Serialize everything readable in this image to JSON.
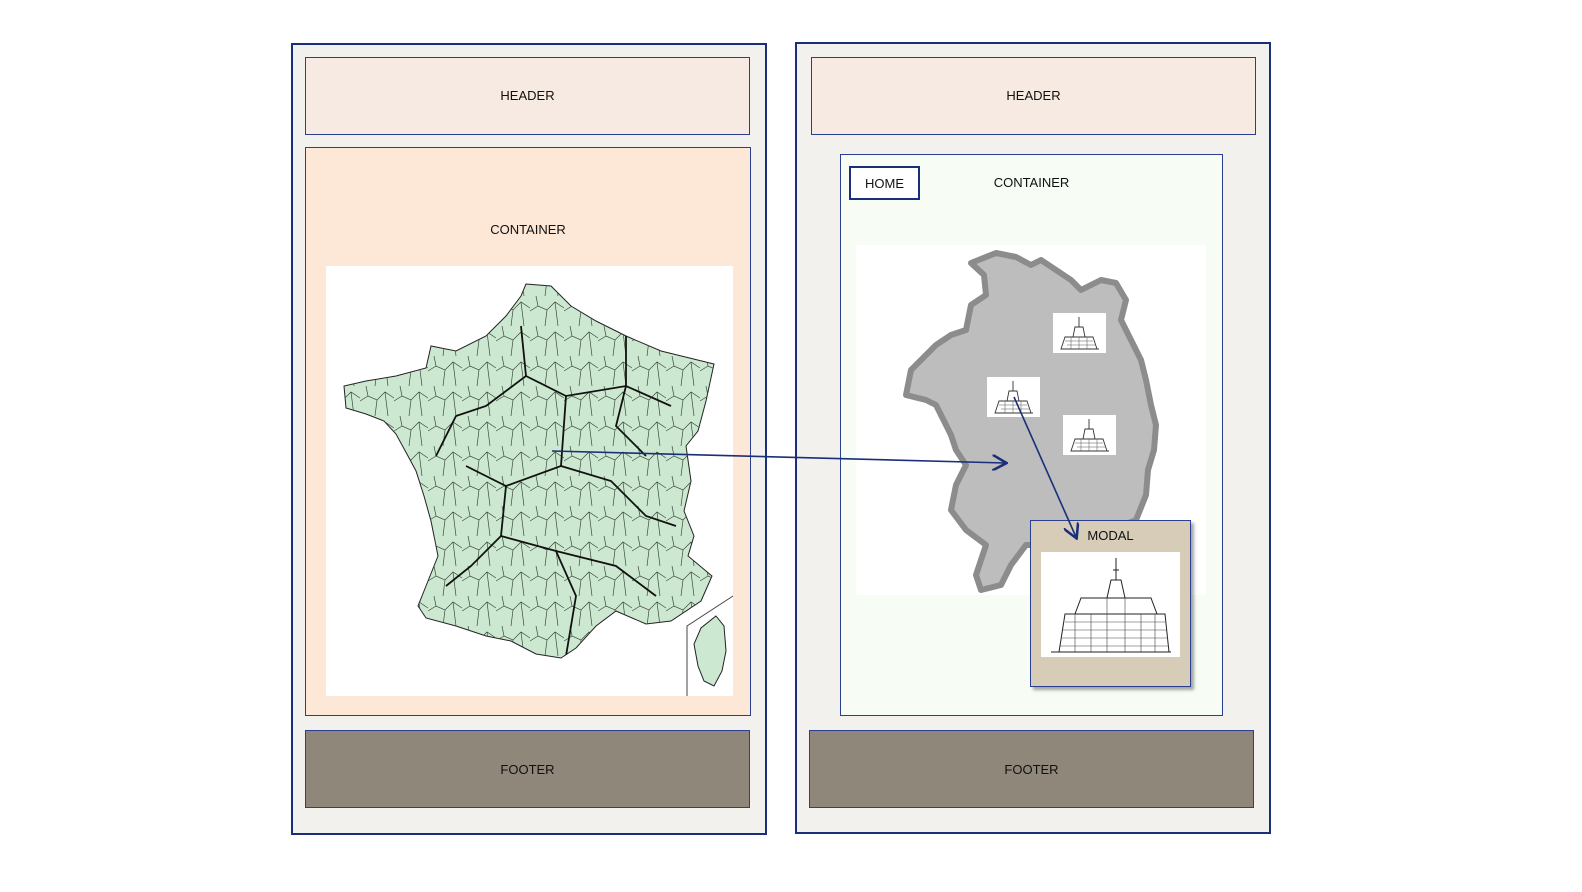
{
  "left_panel": {
    "header_label": "HEADER",
    "container_label": "CONTAINER",
    "footer_label": "FOOTER"
  },
  "right_panel": {
    "header_label": "HEADER",
    "home_button_label": "HOME",
    "container_label": "CONTAINER",
    "modal_label": "MODAL",
    "footer_label": "FOOTER"
  },
  "colors": {
    "frame_border": "#1a2f7a",
    "frame_bg": "#f2f1ee",
    "header_bg": "#f6eae3",
    "left_container_bg": "#fde7d6",
    "right_container_bg": "#f7fcf4",
    "footer_bg": "#8e877a",
    "map_fill": "#cce8d0",
    "region_fill": "#b9b9b9",
    "modal_bg": "#d6ccb8",
    "arrow": "#1a2f7a"
  },
  "icons": {
    "france_map": "france-departments-map-image",
    "region_map": "region-map-image",
    "monument": "mont-saint-michel-sketch"
  }
}
